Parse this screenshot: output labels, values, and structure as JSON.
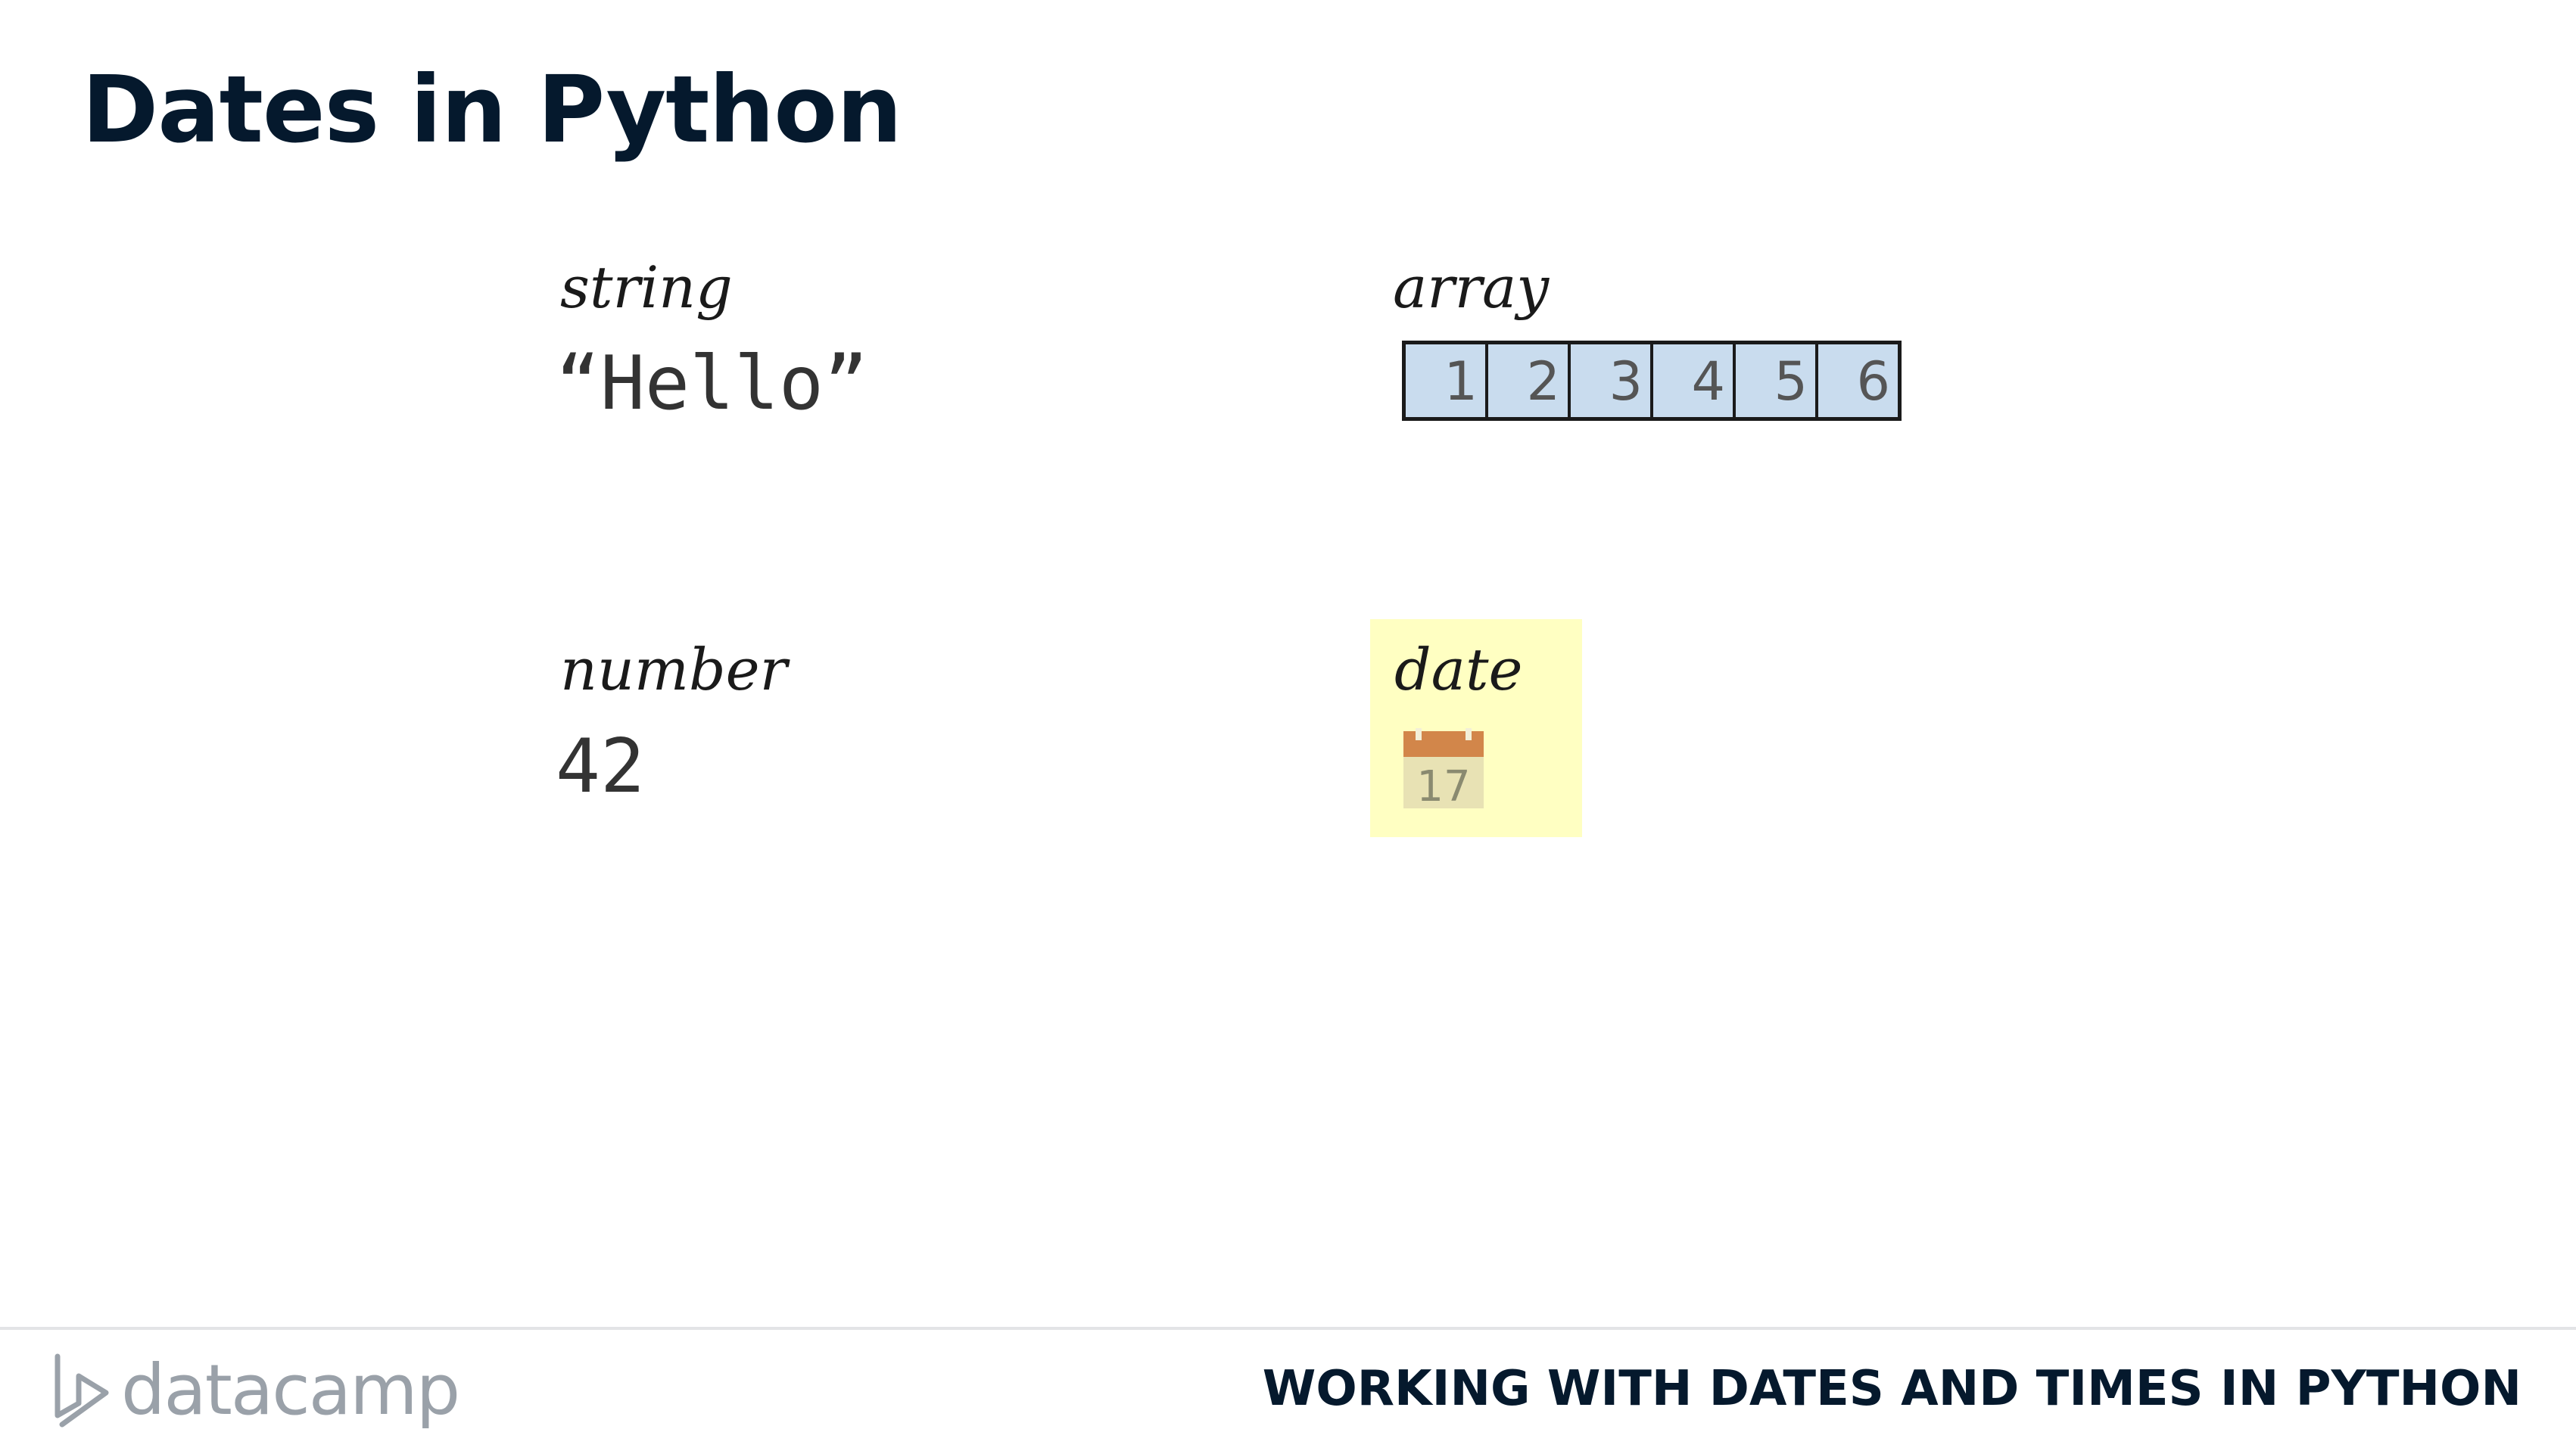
{
  "slide": {
    "title": "Dates in Python"
  },
  "items": {
    "string": {
      "label": "string",
      "value": "“Hello”"
    },
    "array": {
      "label": "array",
      "cells": [
        "1",
        "2",
        "3",
        "4",
        "5",
        "6"
      ]
    },
    "number": {
      "label": "number",
      "value": "42"
    },
    "date": {
      "label": "date",
      "icon": "calendar-icon",
      "icon_day": "17",
      "highlight_color": "#ffffc2"
    }
  },
  "footer": {
    "logo_text": "datacamp",
    "course_title": "WORKING WITH DATES AND TIMES IN PYTHON"
  },
  "colors": {
    "title": "#05192d",
    "array_fill": "#c9dcee",
    "calendar_header": "#d2864a",
    "logo_gray": "#9aa1a9"
  }
}
